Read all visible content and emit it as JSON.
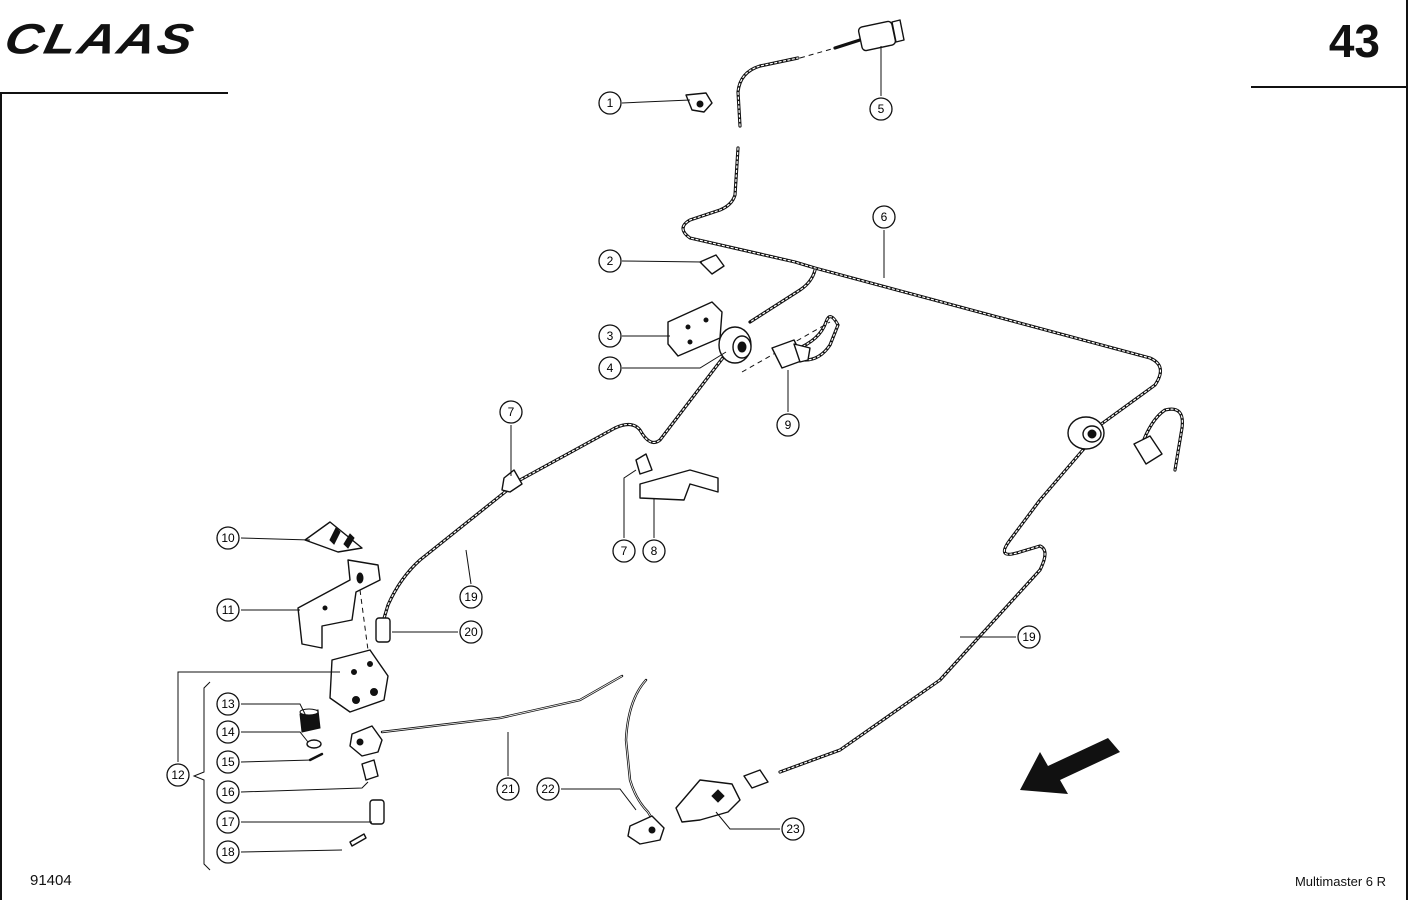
{
  "header": {
    "brand": "CLAAS",
    "page_number": "43"
  },
  "footer": {
    "figure_number": "91404",
    "model": "Multimaster 6 R"
  },
  "callouts": [
    "1",
    "2",
    "3",
    "4",
    "5",
    "6",
    "7",
    "7",
    "8",
    "9",
    "10",
    "11",
    "12",
    "13",
    "14",
    "15",
    "16",
    "17",
    "18",
    "19",
    "19",
    "20",
    "21",
    "22",
    "23"
  ],
  "direction_icon": "arrow-icon"
}
